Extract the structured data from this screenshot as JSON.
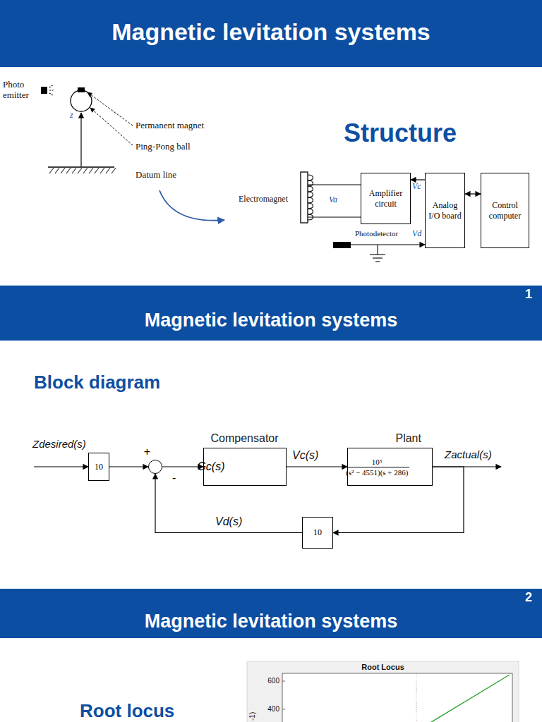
{
  "diagram": {
    "title": "Magnetic levitation systems",
    "nodes": [
      {
        "text": [
          "Amplifier circuit"
        ]
      },
      {
        "text": [
          "Analog I/O board"
        ]
      },
      {
        "text": [
          "Control computer"
        ]
      },
      {
        "text": [
          "10"
        ]
      },
      {
        "text": [
          "+",
          "-"
        ]
      },
      {
        "text": [
          "Compensator",
          "Gc(s)"
        ]
      },
      {
        "text": [
          "Plant",
          "10⁵",
          "(s² − 4551)(s + 286)"
        ]
      },
      {
        "text": [
          "10"
        ]
      }
    ],
    "edges": [
      {
        "from": 2,
        "to": 1,
        "arrow": "both"
      },
      {
        "from": 1,
        "to": 0,
        "arrow": "to",
        "label": "Vc"
      },
      {
        "from": 3,
        "to": 4,
        "arrow": "to"
      },
      {
        "from": 4,
        "to": 5,
        "arrow": "to"
      },
      {
        "from": 5,
        "to": 6,
        "arrow": "to",
        "label": "Vc(s)"
      },
      {
        "from": 6,
        "to": 7,
        "arrow": "to"
      },
      {
        "from": 7,
        "to": 4,
        "arrow": "to",
        "label": "Vd(s)"
      }
    ],
    "labels": [
      "Photo emitter",
      "Permanent magnet",
      "Ping-Pong ball",
      "Datum line",
      "z",
      "Structure",
      "Electromagnet",
      "Va",
      "Photodetector",
      "Vd",
      "1",
      "Magnetic levitation systems",
      "Block diagram",
      "Zdesired(s)",
      "Zactual(s)",
      "2",
      "Magnetic levitation systems",
      "Root locus",
      "Root Locus",
      "600",
      "400",
      "-1)"
    ]
  }
}
